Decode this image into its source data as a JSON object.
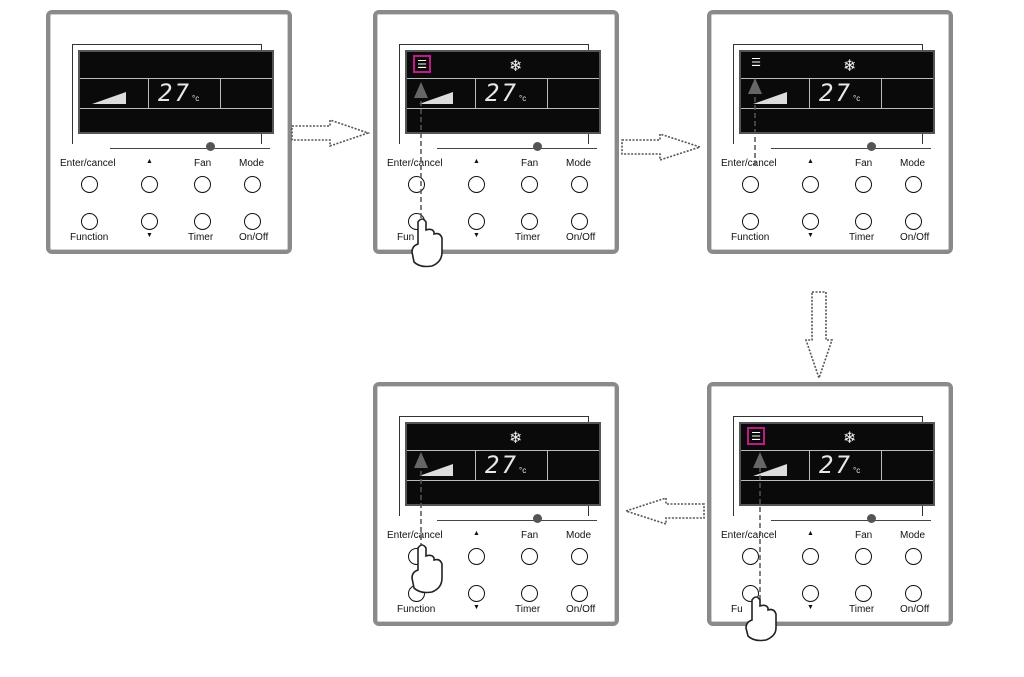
{
  "panels": [
    {
      "labels": {
        "enter": "Enter/cancel",
        "up": "▲",
        "fan": "Fan",
        "mode": "Mode",
        "function": "Function",
        "down": "▼",
        "timer": "Timer",
        "onoff": "On/Off"
      },
      "display": {
        "temperature": "27",
        "unit": "°c",
        "snowflake": "",
        "swing": "",
        "swing_boxed": false
      }
    },
    {
      "labels": {
        "enter": "Enter/cancel",
        "up": "▲",
        "fan": "Fan",
        "mode": "Mode",
        "function": "Fun",
        "down": "▼",
        "timer": "Timer",
        "onoff": "On/Off"
      },
      "display": {
        "temperature": "27",
        "unit": "°c",
        "snowflake": "❄",
        "swing": "☰",
        "swing_boxed": true
      }
    },
    {
      "labels": {
        "enter": "Enter/cancel",
        "up": "▲",
        "fan": "Fan",
        "mode": "Mode",
        "function": "Function",
        "down": "▼",
        "timer": "Timer",
        "onoff": "On/Off"
      },
      "display": {
        "temperature": "27",
        "unit": "°c",
        "snowflake": "❄",
        "swing": "☰",
        "swing_boxed": false
      }
    },
    {
      "labels": {
        "enter": "Enter/cancel",
        "up": "▲",
        "fan": "Fan",
        "mode": "Mode",
        "function": "Fu",
        "down": "▼",
        "timer": "Timer",
        "onoff": "On/Off"
      },
      "display": {
        "temperature": "27",
        "unit": "°c",
        "snowflake": "❄",
        "swing": "☰",
        "swing_boxed": true
      }
    },
    {
      "labels": {
        "enter": "Enter/cancel",
        "up": "▲",
        "fan": "Fan",
        "mode": "Mode",
        "function": "Function",
        "down": "▼",
        "timer": "Timer",
        "onoff": "On/Off"
      },
      "display": {
        "temperature": "27",
        "unit": "°c",
        "snowflake": "❄",
        "swing": "",
        "swing_boxed": false
      }
    }
  ],
  "colors": {
    "highlight": "#c2188b",
    "panel_border": "#8a8a8a",
    "lcd_background": "#0a0a0a"
  },
  "icons": {
    "press_hand": "pointing-hand-icon",
    "flow_arrow": "dotted-arrow-icon"
  }
}
